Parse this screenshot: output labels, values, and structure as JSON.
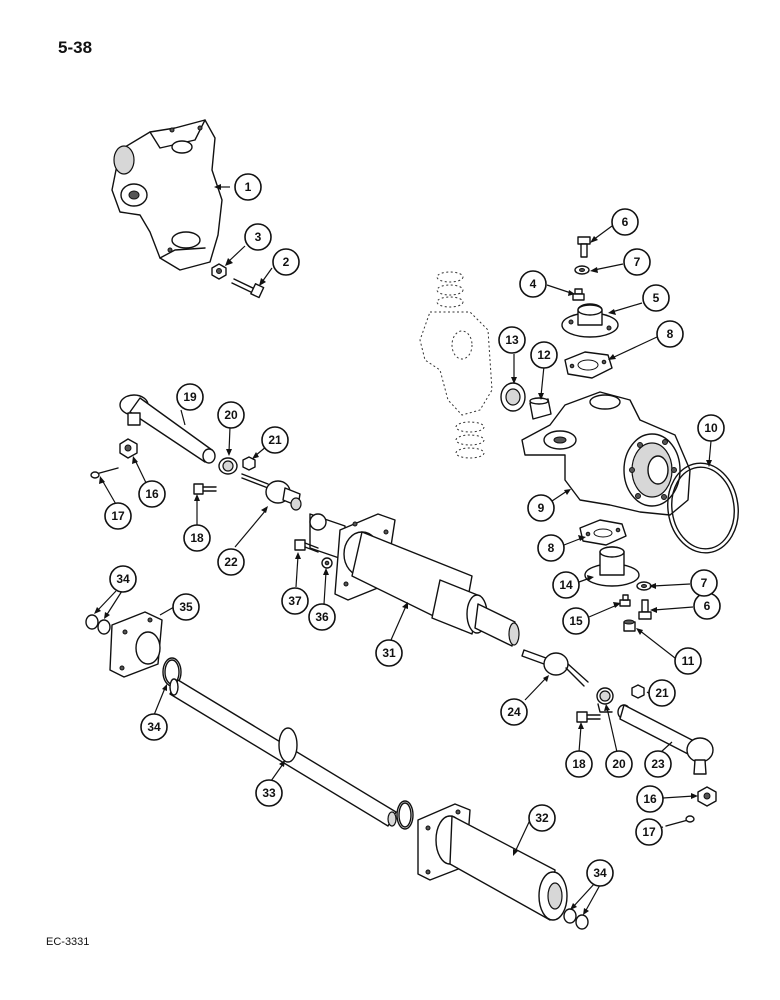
{
  "page_number": "5-38",
  "figure_code": "EC-3331",
  "callouts": [
    "1",
    "2",
    "3",
    "4",
    "5",
    "6",
    "6",
    "7",
    "7",
    "8",
    "8",
    "9",
    "10",
    "11",
    "12",
    "13",
    "14",
    "15",
    "16",
    "16",
    "17",
    "17",
    "18",
    "18",
    "19",
    "20",
    "20",
    "21",
    "21",
    "22",
    "23",
    "24",
    "31",
    "32",
    "33",
    "34",
    "34",
    "34",
    "35",
    "36",
    "37"
  ]
}
